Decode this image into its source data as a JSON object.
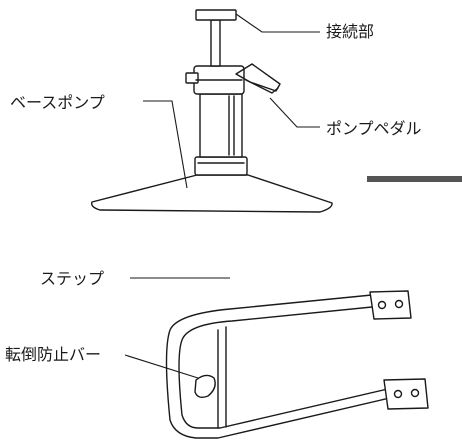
{
  "labels": {
    "connector": "接続部",
    "base_pump": "ベースポンプ",
    "pump_pedal": "ポンプペダル",
    "step": "ステップ",
    "anti_tip_bar": "転倒防止バー"
  },
  "colors": {
    "line": "#1a1a1a",
    "divider_bar": "#555555",
    "background": "#ffffff"
  }
}
